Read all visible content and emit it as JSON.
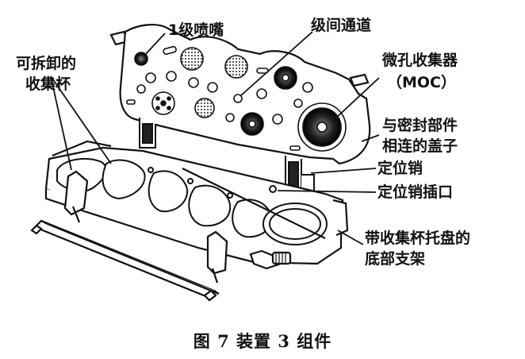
{
  "labels": {
    "nozzle_stage1": "1级喷嘴",
    "interstage_channel": "级间通道",
    "moc_line1": "微孔收集器",
    "moc_line2": "（MOC）",
    "removable_cup_line1": "可拆卸的",
    "removable_cup_line2": "收集杯",
    "seal_cover_line1": "与密封部件",
    "seal_cover_line2": "相连的盖子",
    "locating_pin": "定位销",
    "locating_pin_socket": "定位销插口",
    "base_support_line1": "带收集杯托盘的",
    "base_support_line2": "底部支架"
  },
  "caption": "图 7    装置 3 组件"
}
